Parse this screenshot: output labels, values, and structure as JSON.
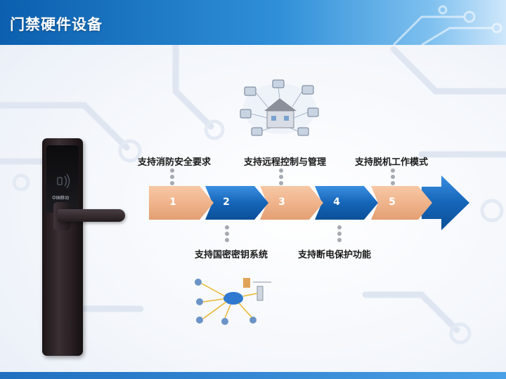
{
  "header": {
    "title": "门禁硬件设备"
  },
  "lock": {
    "brand_text": "中国移动"
  },
  "steps": [
    {
      "number": "1",
      "label": "支持消防安全要求",
      "color": "#f0b48c"
    },
    {
      "number": "2",
      "label": "支持国密密钥系统",
      "color": "#1565b8"
    },
    {
      "number": "3",
      "label": "支持远程控制与管理",
      "color": "#f0b48c"
    },
    {
      "number": "4",
      "label": "支持断电保护功能",
      "color": "#1565b8"
    },
    {
      "number": "5",
      "label": "支持脱机工作模式",
      "color": "#f0b48c"
    }
  ],
  "colors": {
    "header_dark": "#0b5fae",
    "header_light": "#cfe7fb",
    "arrow_blue": "#1565b8",
    "arrow_orange": "#f0b48c"
  }
}
